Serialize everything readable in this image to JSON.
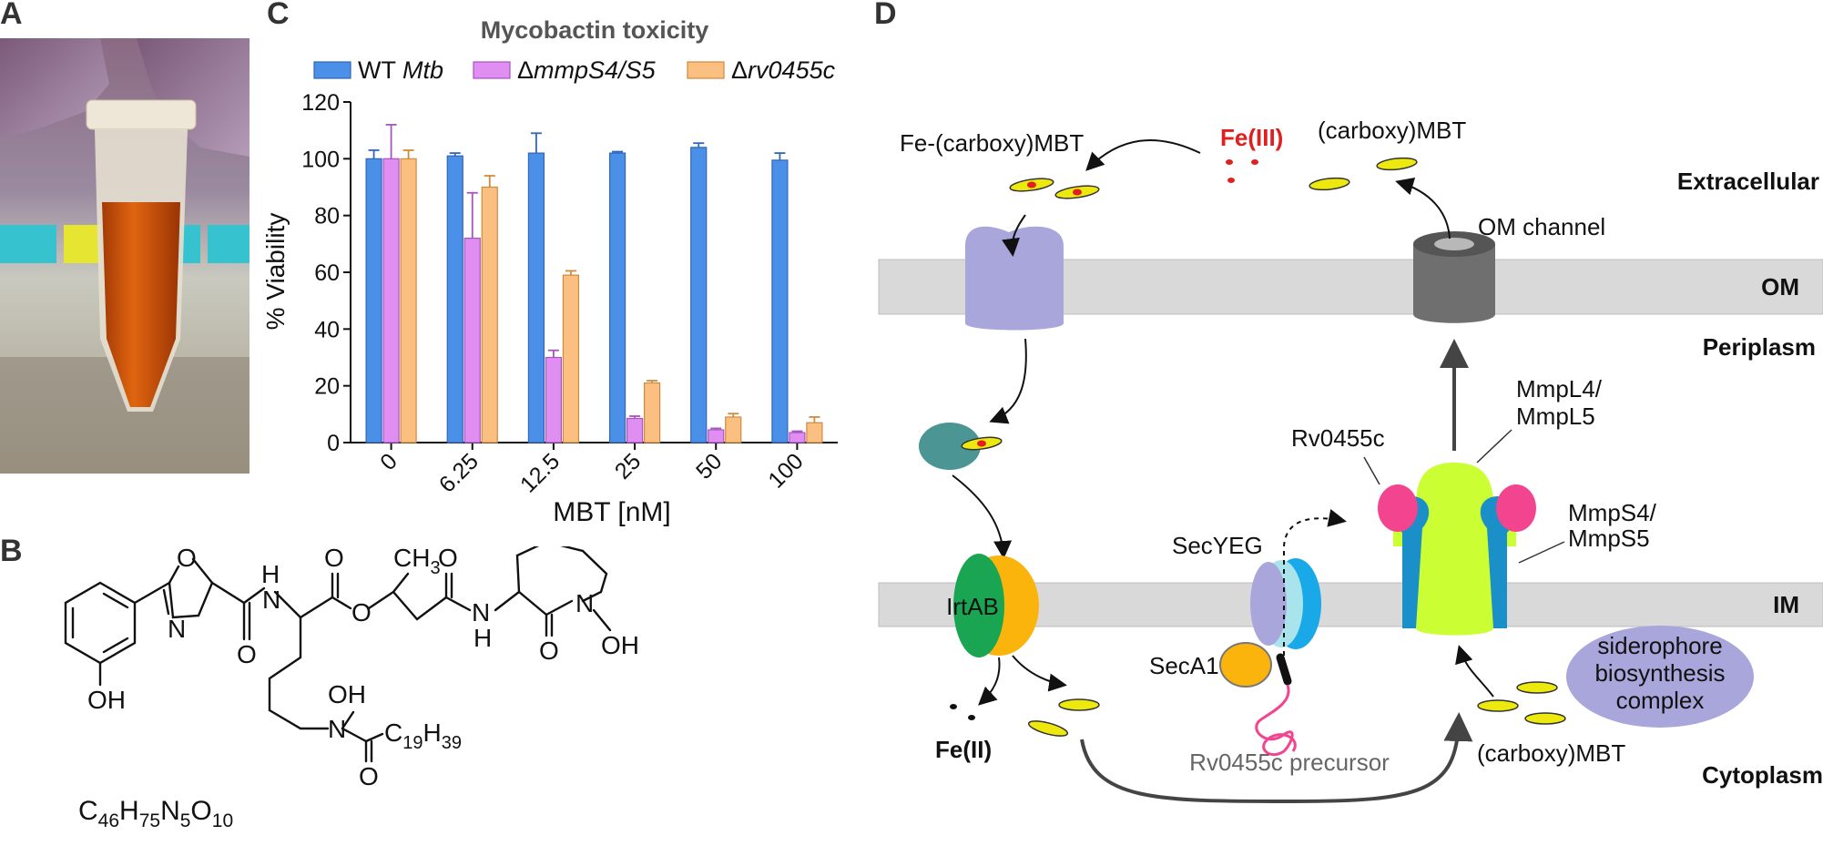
{
  "panels": {
    "a": "A",
    "b": "B",
    "c": "C",
    "d": "D"
  },
  "chart_data": {
    "type": "bar",
    "title": "Mycobactin toxicity",
    "xlabel": "MBT [nM]",
    "ylabel": "% Viability",
    "categories": [
      "0",
      "6.25",
      "12.5",
      "25",
      "50",
      "100"
    ],
    "ylim": [
      0,
      120
    ],
    "yticks": [
      "0",
      "20",
      "40",
      "60",
      "80",
      "100",
      "120"
    ],
    "legend_position": "top",
    "series": [
      {
        "legend_prefix": "WT ",
        "legend_italic": "Mtb",
        "color": "#4a90e8",
        "edge": "#3266b8",
        "values": [
          100,
          101,
          102,
          102,
          104,
          99.5
        ],
        "errors": [
          3,
          1,
          7,
          0.5,
          1.5,
          2.5
        ]
      },
      {
        "legend_prefix": "Δ",
        "legend_italic": "mmpS4/S5",
        "color": "#e08ef2",
        "edge": "#a654c0",
        "values": [
          100,
          72,
          30,
          8.5,
          4.5,
          3.5
        ],
        "errors": [
          12,
          16,
          2.5,
          0.8,
          0.5,
          0.5
        ]
      },
      {
        "legend_prefix": "Δ",
        "legend_italic": "rv0455c",
        "color": "#fbbf81",
        "edge": "#d08a3c",
        "values": [
          100,
          90,
          59,
          21,
          9,
          7
        ],
        "errors": [
          3,
          4,
          1.5,
          0.8,
          1.2,
          2
        ]
      }
    ]
  },
  "structure": {
    "formula_parts": [
      "C",
      "46",
      "H",
      "75",
      "N",
      "5",
      "O",
      "10"
    ],
    "labels": {
      "o_ring": "O",
      "n_ring": "N",
      "oh_phenol": "OH",
      "o_amide1": "O",
      "nh1": "H",
      "n1": "N",
      "o_ester_top": "O",
      "o_ester": "O",
      "ch3_c": "CH",
      "ch3_3": "3",
      "o_amide2": "O",
      "nh2": "N",
      "h2": "H",
      "o_lactam": "O",
      "n_ring2": "N",
      "oh_ring2": "OH",
      "oh_hydrox": "OH",
      "n_hydrox": "N",
      "o_acyl": "O",
      "chain_c": "C",
      "chain_19": "19",
      "chain_h": "H",
      "chain_39": "39"
    }
  },
  "diagram": {
    "compartments": {
      "extracellular": "Extracellular",
      "om": "OM",
      "periplasm": "Periplasm",
      "im": "IM",
      "cytoplasm": "Cytoplasm"
    },
    "labels": {
      "fe_carboxy_mbt": "Fe-(carboxy)MBT",
      "fe3": "Fe(III)",
      "carboxy_mbt_top": "(carboxy)MBT",
      "om_channel": "OM channel",
      "mmpl": [
        "MmpL4/",
        "MmpL5"
      ],
      "rv0455c": "Rv0455c",
      "mmps": [
        "MmpS4/",
        "MmpS5"
      ],
      "secyeg": "SecYEG",
      "seca1": "SecA1",
      "irtab": "IrtAB",
      "fe2": "Fe(II)",
      "precursor": "Rv0455c precursor",
      "carboxy_mbt_bottom": "(carboxy)MBT",
      "siderophore": [
        "siderophore",
        "biosynthesis",
        "complex"
      ]
    },
    "colors": {
      "membrane": "#d9d9d9",
      "receptor": "#a9a6dc",
      "periplasmic_binder": "#4c9595",
      "irta": "#1aa553",
      "irtb": "#fbb40c",
      "mbt": "#ede80e",
      "iron": "#e0201f",
      "om_channel": "#6f6f6f",
      "mmpl": "#ccff33",
      "mmps": "#1b8fc8",
      "rv0455c": "#f2448f",
      "secy": "#a9a6dc",
      "sece": "#19a8e8",
      "seca": "#fbb40c",
      "precursor": "#f2448f",
      "siderophore": "#a9a6dc"
    }
  }
}
